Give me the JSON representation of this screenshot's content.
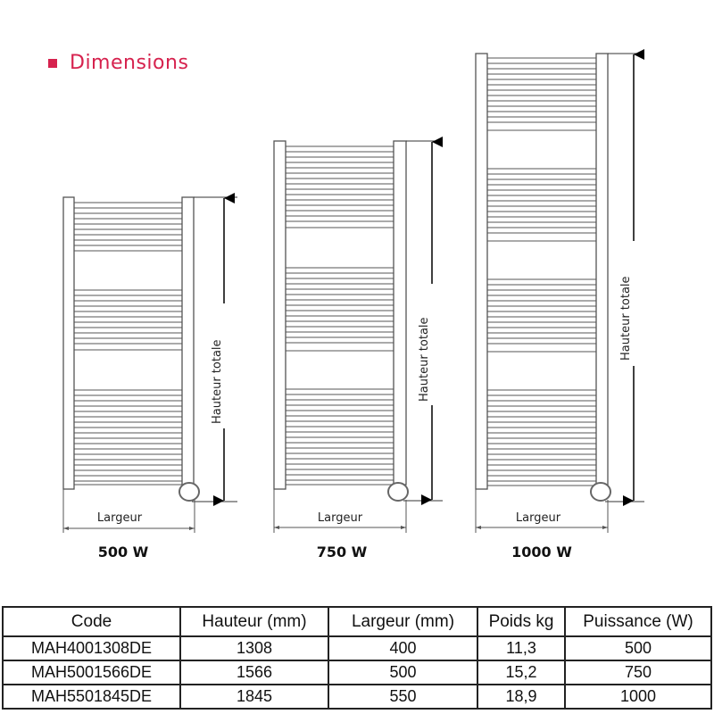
{
  "header": {
    "title": "Dimensions",
    "accent_color": "#d6224e"
  },
  "diagram": {
    "height_label": "Hauteur totale",
    "width_label": "Largeur",
    "radiators": [
      {
        "power_label": "500 W"
      },
      {
        "power_label": "750 W"
      },
      {
        "power_label": "1000 W"
      }
    ]
  },
  "table": {
    "headers": [
      "Code",
      "Hauteur (mm)",
      "Largeur (mm)",
      "Poids kg",
      "Puissance (W)"
    ],
    "rows": [
      [
        "MAH4001308DE",
        "1308",
        "400",
        "11,3",
        "500"
      ],
      [
        "MAH5001566DE",
        "1566",
        "500",
        "15,2",
        "750"
      ],
      [
        "MAH5501845DE",
        "1845",
        "550",
        "18,9",
        "1000"
      ]
    ]
  }
}
